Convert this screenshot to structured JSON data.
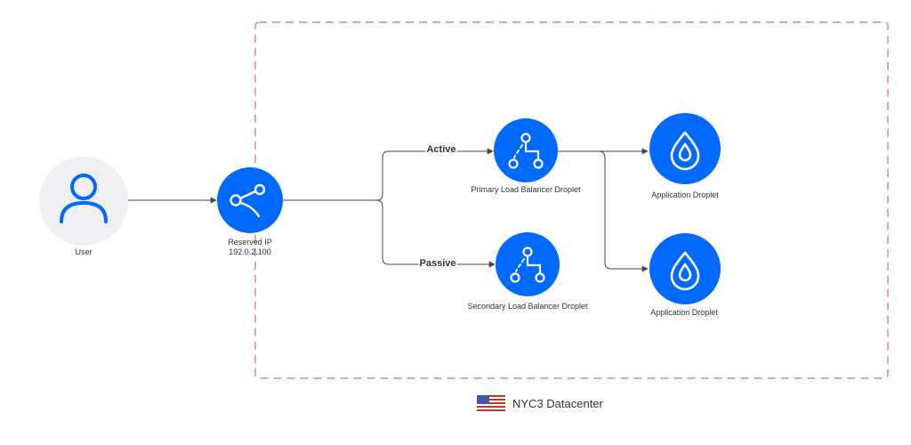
{
  "colors": {
    "node_blue": "#0069ff",
    "user_circle_bg": "#eef0f3",
    "datacenter_border": "#e06666",
    "edge": "#444444"
  },
  "nodes": {
    "user": {
      "label": "User",
      "icon": "user-icon"
    },
    "reserved_ip": {
      "label": "Reserved IP",
      "sublabel": "192.0.2.100",
      "icon": "share-icon"
    },
    "primary_lb": {
      "label": "Primary Load Balancer Droplet",
      "icon": "load-balancer-icon"
    },
    "secondary_lb": {
      "label": "Secondary Load Balancer Droplet",
      "icon": "load-balancer-icon"
    },
    "app_1": {
      "label": "Application Droplet",
      "icon": "droplet-icon"
    },
    "app_2": {
      "label": "Application Droplet",
      "icon": "droplet-icon"
    }
  },
  "edges": {
    "active": "Active",
    "passive": "Passive"
  },
  "datacenter": {
    "label": "NYC3 Datacenter",
    "flag_icon": "us-flag-icon"
  }
}
